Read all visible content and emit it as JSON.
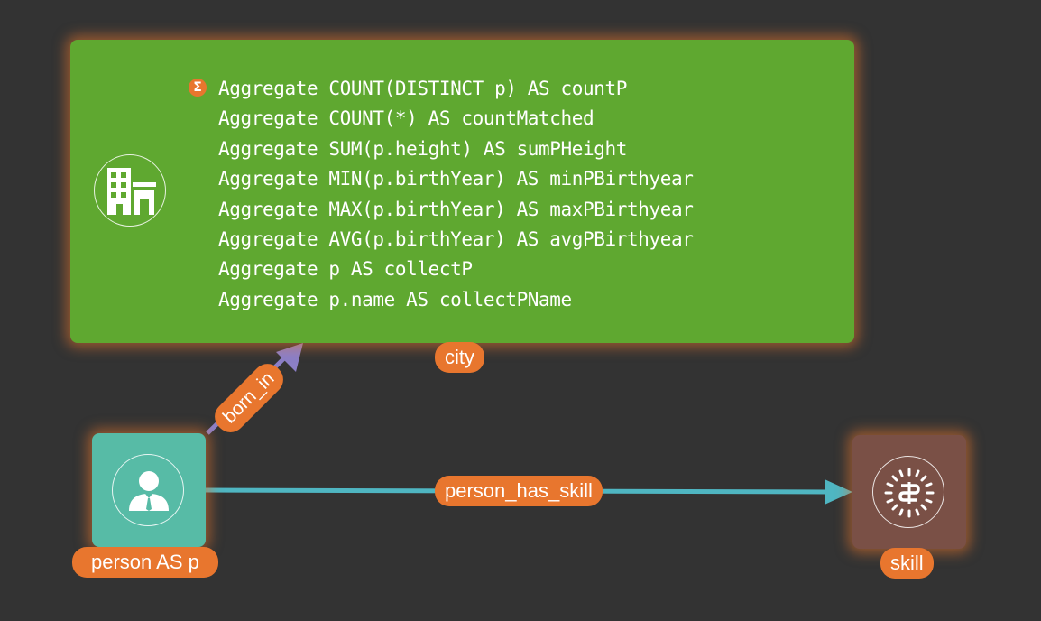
{
  "nodes": {
    "city": {
      "label": "city",
      "color": "#5fa830",
      "icon": "building-icon",
      "aggregates": [
        "Aggregate COUNT(DISTINCT p) AS countP",
        "Aggregate COUNT(*) AS countMatched",
        "Aggregate SUM(p.height) AS sumPHeight",
        "Aggregate MIN(p.birthYear) AS minPBirthyear",
        "Aggregate MAX(p.birthYear) AS maxPBirthyear",
        "Aggregate AVG(p.birthYear) AS avgPBirthyear",
        "Aggregate p AS collectP",
        "Aggregate p.name AS collectPName"
      ],
      "aggregate_icon": "sigma-icon"
    },
    "person": {
      "label": "person AS p",
      "color": "#57bba6",
      "icon": "person-icon"
    },
    "skill": {
      "label": "skill",
      "color": "#7a5046",
      "icon": "skill-icon"
    }
  },
  "edges": [
    {
      "label": "born_in",
      "from": "person",
      "to": "city",
      "color": "#8b7fc7"
    },
    {
      "label": "person_has_skill",
      "from": "person",
      "to": "skill",
      "color": "#4fb6c2"
    }
  ],
  "colors": {
    "background": "#333333",
    "label_pill": "#e8762e",
    "glow": "#e8762e"
  }
}
